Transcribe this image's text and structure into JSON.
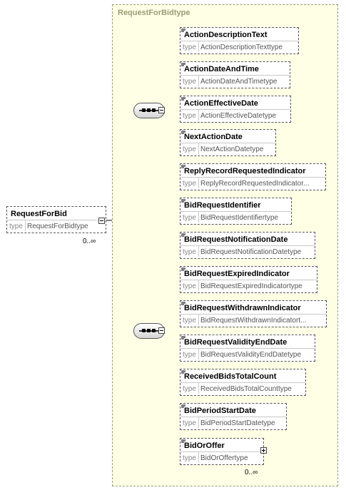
{
  "diagram": {
    "complex_type": {
      "label": "RequestForBidtype"
    },
    "root": {
      "name": "RequestForBid",
      "type_label": "type",
      "type_name": "RequestForBidtype",
      "occurrence": "0..∞"
    },
    "sequence_1": [
      {
        "name": "ActionDescriptionText",
        "type_label": "type",
        "type_name": "ActionDescriptionTexttype"
      },
      {
        "name": "ActionDateAndTime",
        "type_label": "type",
        "type_name": "ActionDateAndTimetype"
      },
      {
        "name": "ActionEffectiveDate",
        "type_label": "type",
        "type_name": "ActionEffectiveDatetype"
      },
      {
        "name": "NextActionDate",
        "type_label": "type",
        "type_name": "NextActionDatetype"
      },
      {
        "name": "ReplyRecordRequestedIndicator",
        "type_label": "type",
        "type_name": "ReplyRecordRequestedIndicator..."
      }
    ],
    "sequence_2": [
      {
        "name": "BidRequestIdentifier",
        "type_label": "type",
        "type_name": "BidRequestIdentifiertype"
      },
      {
        "name": "BidRequestNotificationDate",
        "type_label": "type",
        "type_name": "BidRequestNotificationDatetype"
      },
      {
        "name": "BidRequestExpiredIndicator",
        "type_label": "type",
        "type_name": "BidRequestExpiredIndicatortype"
      },
      {
        "name": "BidRequestWithdrawnIndicator",
        "type_label": "type",
        "type_name": "BidRequestWithdrawnIndicatort..."
      },
      {
        "name": "BidRequestValidityEndDate",
        "type_label": "type",
        "type_name": "BidRequestValidityEndDatetype"
      },
      {
        "name": "ReceivedBidsTotalCount",
        "type_label": "type",
        "type_name": "ReceivedBidsTotalCounttype"
      },
      {
        "name": "BidPeriodStartDate",
        "type_label": "type",
        "type_name": "BidPeriodStartDatetype"
      },
      {
        "name": "BidOrOffer",
        "type_label": "type",
        "type_name": "BidOrOffertype",
        "occurrence": "0..∞"
      }
    ]
  }
}
